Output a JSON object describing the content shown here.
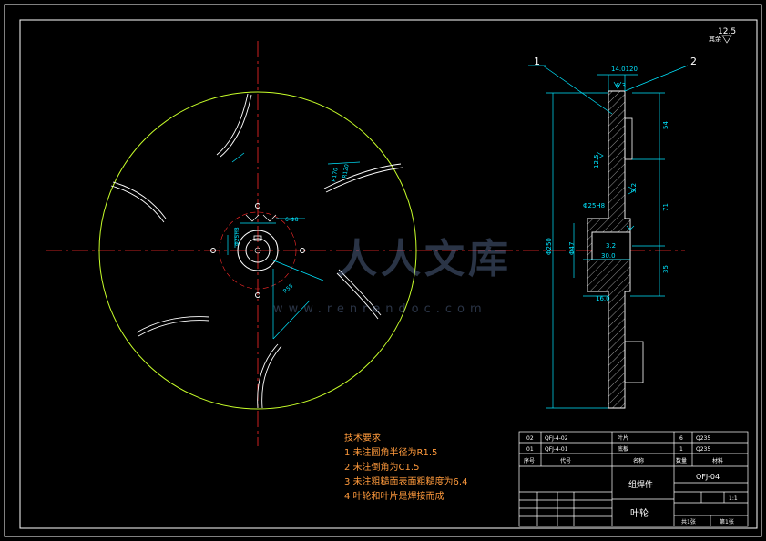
{
  "colors": {
    "background": "#000000",
    "frame": "#ffffff",
    "outline": "#c8ff2a",
    "centerline": "#ff2a2a",
    "dimension": "#00e5ff",
    "geometry_white": "#ffffff",
    "notes": "#ff9a3c",
    "hatch": "#ffffff"
  },
  "roughness": {
    "value": "12.5",
    "label": "其余"
  },
  "balloons": [
    "1",
    "2"
  ],
  "dimensions": {
    "top_thickness": "14.0120",
    "top_roughness": "6.3",
    "dim_54": "54",
    "dim_71": "71",
    "dim_35": "35",
    "dim_30": "30.0",
    "dim_16": "16.0",
    "rough_12_5": "12.5",
    "rough_3_2_a": "3.2",
    "rough_3_2_b": "3.2",
    "rough_12_5_b": "12.5",
    "dia_outer": "Φ250",
    "dia_hub": "Φ47",
    "dia_bore": "Φ25H8"
  },
  "notes": {
    "title": "技术要求",
    "items": [
      "1 未注圆角半径为R1.5",
      "2 未注倒角为C1.5",
      "3 未注粗糙面表面粗糙度为6.4",
      "4 叶轮和叶片是焊接而成"
    ]
  },
  "title_block": {
    "row1": [
      "02",
      "QFJ-4-02",
      "叶片",
      "6",
      "Q235"
    ],
    "row2": [
      "01",
      "QFJ-4-01",
      "底板",
      "1",
      "Q235"
    ],
    "header": [
      "序号",
      "代号",
      "名称",
      "数量",
      "材料"
    ],
    "part_kind": "组焊件",
    "part_name": "叶轮",
    "drawing_no": "QFJ-04",
    "scale_row": [
      "",
      "",
      "1:1"
    ],
    "sheet": [
      "共1张",
      "第1张"
    ]
  },
  "watermark": {
    "brand": "人人文库",
    "url": "www.renrendoc.com"
  }
}
